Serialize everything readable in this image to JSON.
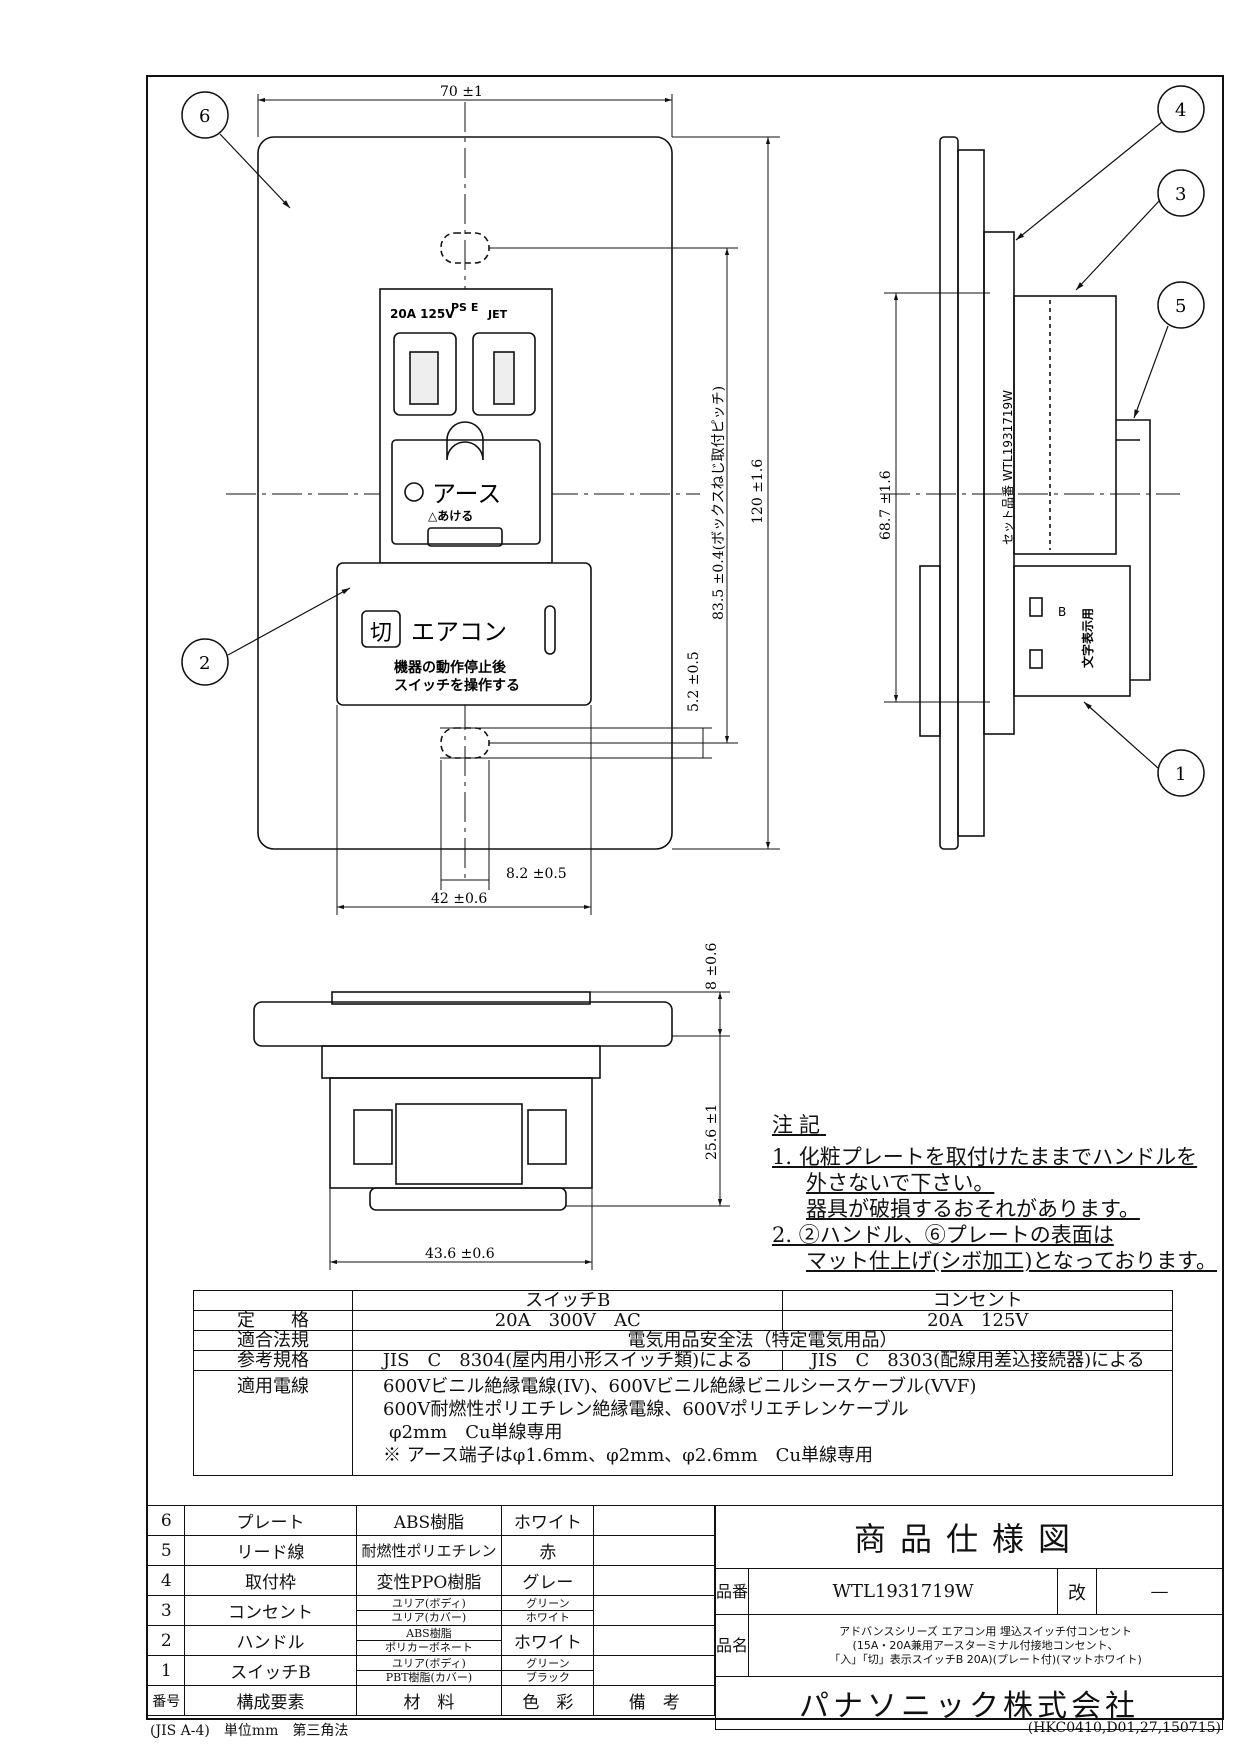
{
  "drawing": {
    "balloons": [
      "1",
      "2",
      "3",
      "4",
      "5",
      "6"
    ],
    "dims": {
      "plate_width": "70 ±1",
      "plate_height": "120 ±1.6",
      "box_pitch": "83.5 ±0.4(ボックスねじ取付ピッチ)",
      "slot_gap": "5.2 ±0.5",
      "slot_width": "8.2 ±0.5",
      "frame_width": "42 ±0.6",
      "side_height": "68.7 ±1.6",
      "bottom_width": "43.6 ±0.6",
      "plate_depth": "8 ±0.6",
      "body_depth": "25.6 ±1"
    },
    "outlet_rating": "20A 125V",
    "cert_marks": [
      "PS E",
      "JET"
    ],
    "earth_label": "アース",
    "open_label": "△あける",
    "switch_badge": "切",
    "switch_name": "エアコン",
    "switch_note_1": "機器の動作停止後",
    "switch_note_2": "スイッチを操作する",
    "side_label_1": "セット品番 WTL1931719W",
    "side_label_2": "B",
    "side_label_3": "文字表示用"
  },
  "notes": {
    "heading": "注記",
    "n1a": "1. 化粧プレートを取付けたままでハンドルを",
    "n1b": "外さないで下さい。",
    "n1c": "器具が破損するおそれがあります。",
    "n2a": "2. ②ハンドル、⑥プレートの表面は",
    "n2b": "マット仕上げ(シボ加工)となっております。"
  },
  "spec": {
    "col_switch": "スイッチB",
    "col_outlet": "コンセント",
    "rating_label": "定　　格",
    "rating_switch": "20A　300V　AC",
    "rating_outlet": "20A　125V",
    "law_label": "適合法規",
    "law_value": "電気用品安全法（特定電気用品）",
    "std_label": "参考規格",
    "std_switch": "JIS　C　8304(屋内用小形スイッチ類)による",
    "std_outlet": "JIS　C　8303(配線用差込接続器)による",
    "wire_label": "適用電線",
    "wire_1": "600Vビニル絶縁電線(IV)、600Vビニル絶縁ビニルシースケーブル(VVF)",
    "wire_2": "600V耐燃性ポリエチレン絶縁電線、600Vポリエチレンケーブル",
    "wire_3": "φ2mm　Cu単線専用",
    "wire_4": "※ アース端子はφ1.6mm、φ2mm、φ2.6mm　Cu単線専用"
  },
  "parts": {
    "rows": [
      {
        "no": "6",
        "name": "プレート",
        "mat": "ABS樹脂",
        "color": "ホワイト"
      },
      {
        "no": "5",
        "name": "リード線",
        "mat": "耐燃性ポリエチレン",
        "color": "赤"
      },
      {
        "no": "4",
        "name": "取付枠",
        "mat": "変性PPO樹脂",
        "color": "グレー"
      },
      {
        "no": "3",
        "name": "コンセント",
        "mat_a": "ユリア(ボディ)",
        "mat_b": "ユリア(カバー)",
        "color_a": "グリーン",
        "color_b": "ホワイト"
      },
      {
        "no": "2",
        "name": "ハンドル",
        "mat_a": "ABS樹脂",
        "mat_b": "ポリカーボネート",
        "color": "ホワイト"
      },
      {
        "no": "1",
        "name": "スイッチB",
        "mat_a": "ユリア(ボディ)",
        "mat_b": "PBT樹脂(カバー)",
        "color_a": "グリーン",
        "color_b": "ブラック"
      }
    ],
    "h_no": "番号",
    "h_name": "構成要素",
    "h_mat": "材　料",
    "h_color": "色　彩",
    "h_note": "備　考"
  },
  "title": {
    "heading": "商品仕様図",
    "pn_label": "品番",
    "pn": "WTL1931719W",
    "rev_label": "改",
    "rev": "—",
    "name_label": "品名",
    "name_1": "アドバンスシリーズ エアコン用 埋込スイッチ付コンセント",
    "name_2": "(15A・20A兼用アースターミナル付接地コンセント、",
    "name_3": "「入」「切」表示スイッチB 20A)(プレート付)(マットホワイト)",
    "maker": "パナソニック株式会社"
  },
  "footer": {
    "left": "(JIS A-4)　単位mm　第三角法",
    "right": "(HKC0410,D01,27,150715)"
  }
}
